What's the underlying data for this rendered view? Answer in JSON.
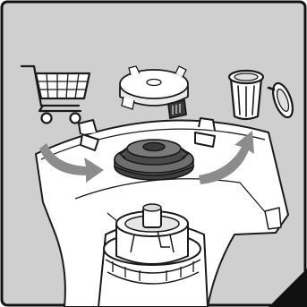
{
  "figure": {
    "kind": "instruction-illustration",
    "colors": {
      "background": "#cfcfcf",
      "frame": "#111111",
      "machine_body": "#ffffff",
      "outline": "#1a1a1a",
      "spool_dark": "#4a4a4a",
      "spool_mid": "#7a7a7a",
      "arrow_fill": "#8c8c8c"
    },
    "icons": {
      "left": "shopping-cart-icon",
      "right": "trash-bin-icon"
    },
    "parts": {
      "removed": "spool-cover",
      "installed": "line-spool"
    }
  }
}
